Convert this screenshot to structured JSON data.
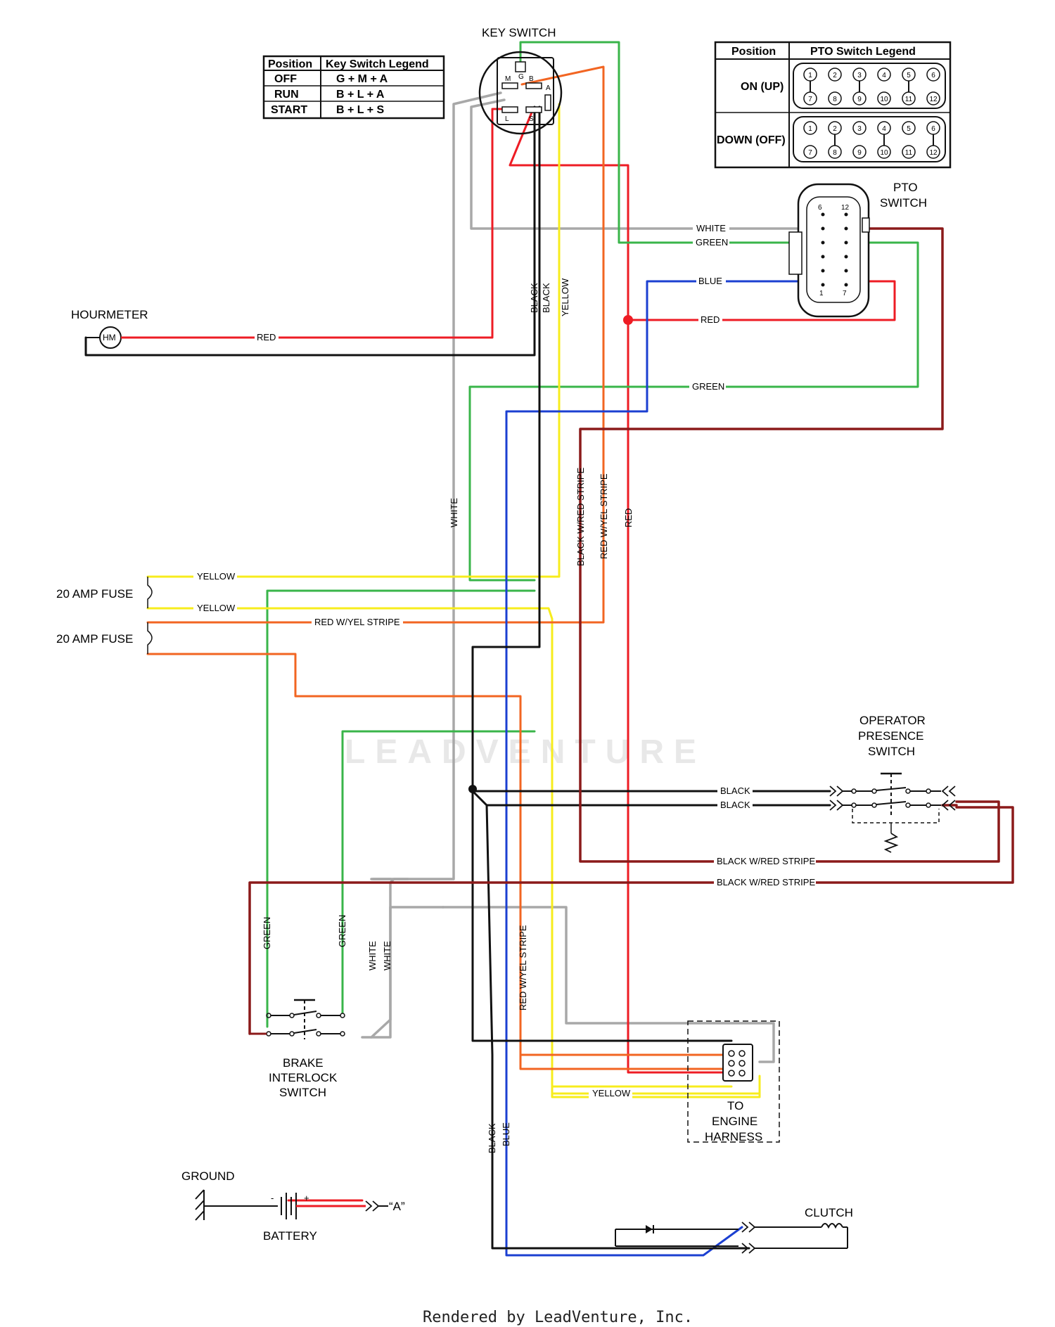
{
  "components": {
    "key_switch": "KEY SWITCH",
    "pto_switch_line1": "PTO",
    "pto_switch_line2": "SWITCH",
    "hourmeter": "HOURMETER",
    "hm": "HM",
    "fuse1": "20 AMP FUSE",
    "fuse2": "20 AMP FUSE",
    "ops_line1": "OPERATOR",
    "ops_line2": "PRESENCE",
    "ops_line3": "SWITCH",
    "brake_line1": "BRAKE",
    "brake_line2": "INTERLOCK",
    "brake_line3": "SWITCH",
    "engine_line1": "TO",
    "engine_line2": "ENGINE",
    "engine_line3": "HARNESS",
    "ground": "GROUND",
    "battery": "BATTERY",
    "clutch": "CLUTCH",
    "battery_ref": "“A”",
    "minus": "-",
    "plus": "+"
  },
  "key_pins": {
    "G": "G",
    "M": "M",
    "B": "B",
    "A": "A",
    "L": "L",
    "S": "S"
  },
  "key_legend": {
    "headers": [
      "Position",
      "Key Switch Legend"
    ],
    "rows": [
      [
        "OFF",
        "G + M + A"
      ],
      [
        "RUN",
        "B + L + A"
      ],
      [
        "START",
        "B + L + S"
      ]
    ]
  },
  "pto_legend": {
    "headers": [
      "Position",
      "PTO Switch Legend"
    ],
    "rows": [
      "ON (UP)",
      "DOWN (OFF)"
    ],
    "pins_top": [
      "1",
      "2",
      "3",
      "4",
      "5",
      "6"
    ],
    "pins_bottom": [
      "7",
      "8",
      "9",
      "10",
      "11",
      "12"
    ]
  },
  "pto_pins": {
    "p6": "6",
    "p12": "12",
    "p1": "1",
    "p7": "7"
  },
  "wire_labels": {
    "white_pto": "WHITE",
    "green_pto": "GREEN",
    "blue_pto": "BLUE",
    "red_pto": "RED",
    "red_hm": "RED",
    "green_mid": "GREEN",
    "black_v1": "BLACK",
    "black_v2": "BLACK",
    "yellow_v": "YELLOW",
    "white_v": "WHITE",
    "bwr_v": "BLACK W/RED STRIPE",
    "rwy_v": "RED W/YEL STRIPE",
    "red_v": "RED",
    "yellow_f1": "YELLOW",
    "yellow_f2": "YELLOW",
    "rwy_f": "RED W/YEL STRIPE",
    "black_ops1": "BLACK",
    "black_ops2": "BLACK",
    "bwr_h1": "BLACK W/RED STRIPE",
    "bwr_h2": "BLACK W/RED STRIPE",
    "green_b1": "GREEN",
    "green_b2": "GREEN",
    "white_b1": "WHITE",
    "white_b2": "WHITE",
    "rwy_low": "RED W/YEL STRIPE",
    "yellow_low": "YELLOW",
    "black_bot": "BLACK",
    "blue_bot": "BLUE"
  },
  "watermark": "LEADVENTURE",
  "footer": "Rendered by LeadVenture, Inc.",
  "colors": {
    "black": "#111111",
    "red": "#ee1c24",
    "green": "#39b54a",
    "yellow": "#f7ec1c",
    "orange": "#f26522",
    "blue": "#1b3fd1",
    "white": "#a8a8a8",
    "bwr": "#8b1a1a"
  }
}
